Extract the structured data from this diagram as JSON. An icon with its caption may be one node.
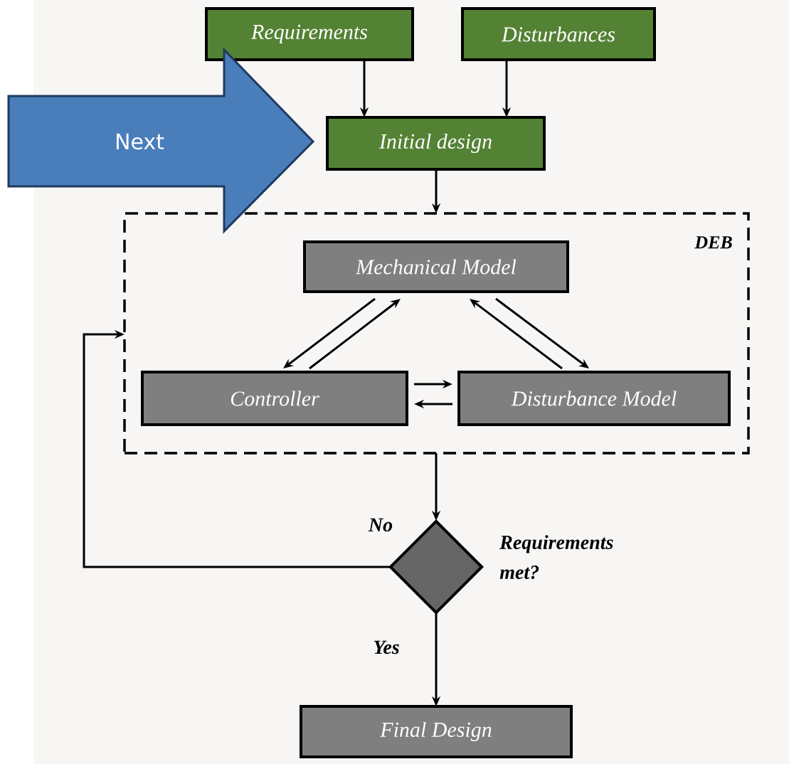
{
  "diagram": {
    "nodes": [
      {
        "text": [
          "Requirements"
        ]
      },
      {
        "text": [
          "Disturbances"
        ]
      },
      {
        "text": [
          "Initial design"
        ]
      },
      {
        "text": [
          "DEB"
        ]
      },
      {
        "text": [
          "Mechanical Model"
        ],
        "in": 3
      },
      {
        "text": [
          "Controller"
        ],
        "in": 3
      },
      {
        "text": [
          "Disturbance Model"
        ],
        "in": 3
      },
      {
        "text": [],
        "shape": "diamond",
        "beside": [
          "Requirements met?"
        ]
      },
      {
        "text": [
          "Final Design"
        ]
      },
      {
        "text": [
          "Next"
        ]
      }
    ],
    "edges": [
      {
        "from": 0,
        "to": 2,
        "arrow": "to"
      },
      {
        "from": 1,
        "to": 2,
        "arrow": "to"
      },
      {
        "from": 2,
        "to": 3,
        "arrow": "to"
      },
      {
        "from": 4,
        "to": 5,
        "arrow": "to"
      },
      {
        "from": 5,
        "to": 4,
        "arrow": "to"
      },
      {
        "from": 4,
        "to": 6,
        "arrow": "to"
      },
      {
        "from": 6,
        "to": 4,
        "arrow": "to"
      },
      {
        "from": 5,
        "to": 6,
        "arrow": "to"
      },
      {
        "from": 6,
        "to": 5,
        "arrow": "to"
      },
      {
        "from": 3,
        "to": 7,
        "arrow": "to"
      },
      {
        "from": 7,
        "to": 3,
        "arrow": "to",
        "label": "No"
      },
      {
        "from": 7,
        "to": 8,
        "arrow": "to",
        "label": "Yes"
      }
    ]
  }
}
